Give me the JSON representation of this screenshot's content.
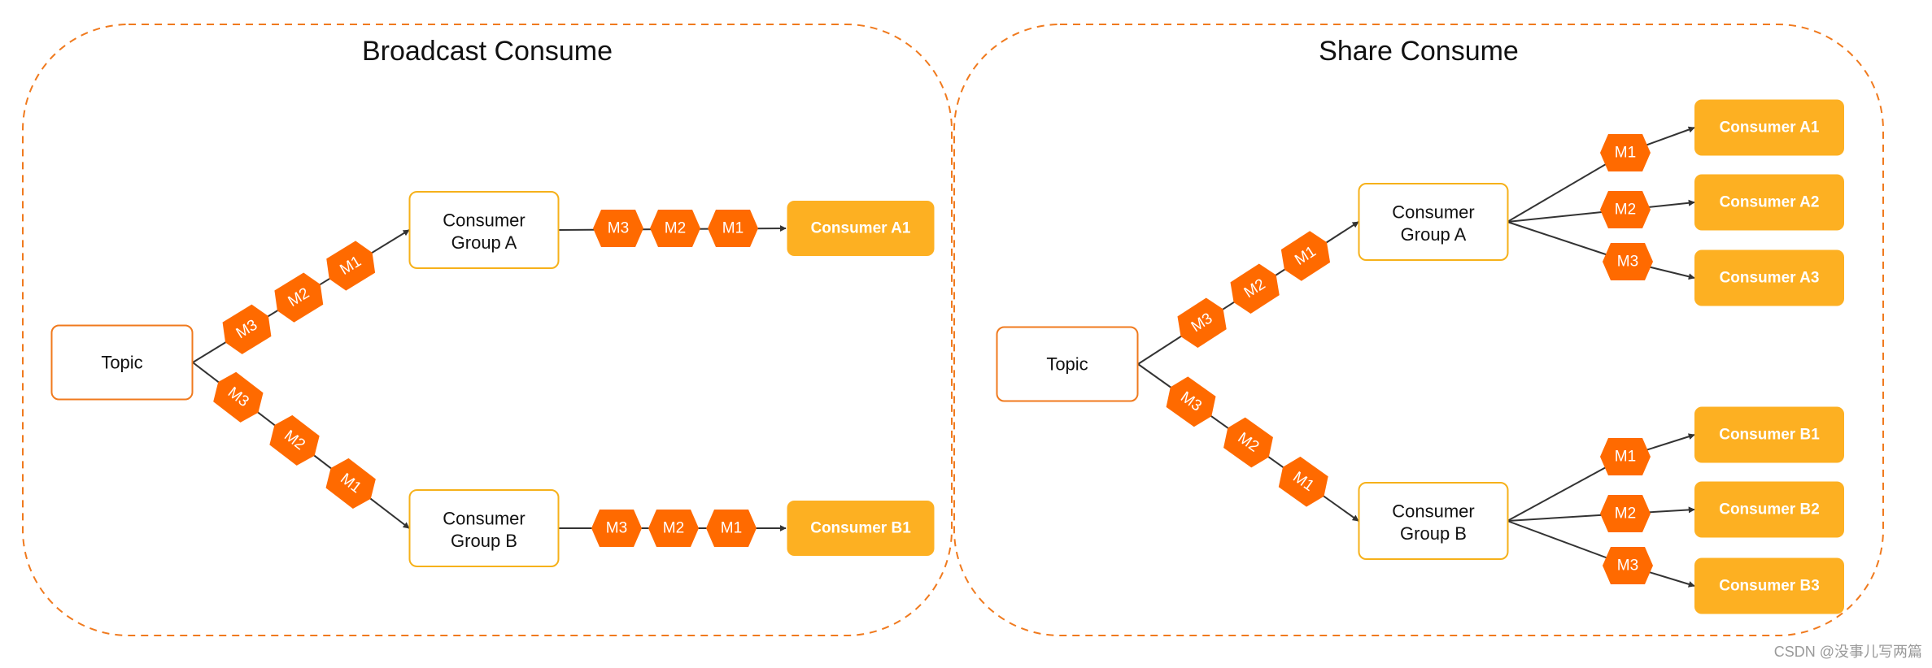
{
  "colors": {
    "region_border": "#f07a1e",
    "topic_border": "#f07a1e",
    "group_border": "#f6b11a",
    "consumer_fill": "#fdb022",
    "message_fill": "#ff6a00",
    "arrow": "#333333",
    "text_dark": "#111111",
    "text_light": "#ffffff"
  },
  "broadcast": {
    "title": "Broadcast Consume",
    "topic": "Topic",
    "group_a": "Consumer Group A",
    "group_b": "Consumer Group B",
    "consumer_a1": "Consumer A1",
    "consumer_b1": "Consumer B1",
    "msgs": [
      "M3",
      "M2",
      "M1"
    ]
  },
  "share": {
    "title": "Share Consume",
    "topic": "Topic",
    "group_a": "Consumer Group A",
    "group_b": "Consumer Group B",
    "consumers_a": [
      "Consumer A1",
      "Consumer A2",
      "Consumer A3"
    ],
    "consumers_b": [
      "Consumer B1",
      "Consumer B2",
      "Consumer B3"
    ],
    "msgs": [
      "M3",
      "M2",
      "M1"
    ],
    "fanout_msgs": [
      "M1",
      "M2",
      "M3"
    ]
  },
  "watermark": "CSDN @没事儿写两篇"
}
